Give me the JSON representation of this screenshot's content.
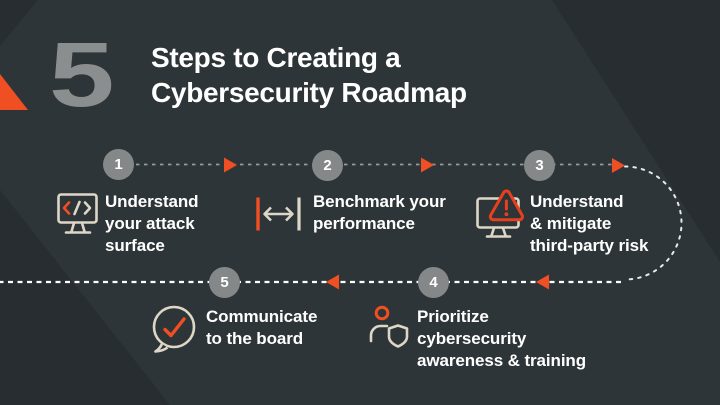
{
  "header": {
    "big_number": "5",
    "title_line1": "Steps to Creating a",
    "title_line2": "Cybersecurity Roadmap"
  },
  "steps": [
    {
      "number": "1",
      "icon": "monitor-code-icon",
      "lines": [
        "Understand",
        "your attack",
        "surface"
      ]
    },
    {
      "number": "2",
      "icon": "width-arrows-icon",
      "lines": [
        "Benchmark your",
        "performance"
      ]
    },
    {
      "number": "3",
      "icon": "monitor-warning-icon",
      "lines": [
        "Understand",
        "& mitigate",
        "third-party risk"
      ]
    },
    {
      "number": "4",
      "icon": "person-shield-icon",
      "lines": [
        "Prioritize",
        "cybersecurity",
        "awareness & training"
      ]
    },
    {
      "number": "5",
      "icon": "chat-check-icon",
      "lines": [
        "Communicate",
        "to the board"
      ]
    }
  ],
  "colors": {
    "background": "#2e3538",
    "background_dark_corner": "#272d30",
    "accent_orange": "#f04e23",
    "icon_outline_beige": "#ddd7c7",
    "circle_gray": "#848889",
    "big_number_gray": "#8b8e8f",
    "row1_dash_gray": "#939a9b",
    "row2_dash_white": "#fdfdfd",
    "text_white": "#ffffff"
  }
}
